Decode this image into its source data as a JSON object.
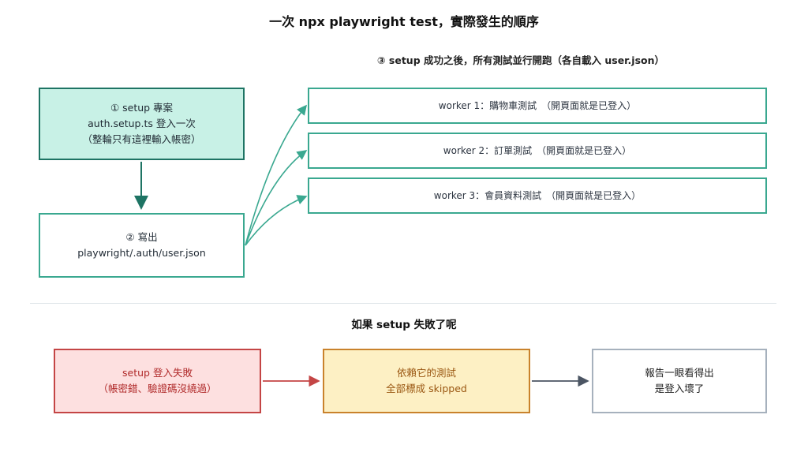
{
  "title": "一次 npx playwright test，實際發生的順序",
  "subtitle": "③ setup 成功之後，所有測試並行開跑（各自載入 user.json）",
  "setup_box": {
    "line1": "① setup 專案",
    "line2": "auth.setup.ts 登入一次",
    "line3": "（整輪只有這裡輸入帳密）"
  },
  "write_box": {
    "line1": "② 寫出",
    "line2": "playwright/.auth/user.json"
  },
  "workers": [
    {
      "text": "worker 1：購物車測試　（開頁面就是已登入）"
    },
    {
      "text": "worker 2：訂單測試　（開頁面就是已登入）"
    },
    {
      "text": "worker 3：會員資料測試　（開頁面就是已登入）"
    }
  ],
  "failure_section": {
    "title": "如果 setup 失敗了呢",
    "fail_box": {
      "line1": "setup 登入失敗",
      "line2": "（帳密錯、驗證碼沒繞過）"
    },
    "skip_box": {
      "line1": "依賴它的測試",
      "line2": "全部標成 skipped"
    },
    "report_box": {
      "line1": "報告一眼看得出",
      "line2": "是登入壞了"
    }
  },
  "colors": {
    "teal_dark": "#1e7464",
    "teal": "#3aa890",
    "red": "#c44545",
    "orange": "#c9822c",
    "slate": "#4b5563"
  }
}
